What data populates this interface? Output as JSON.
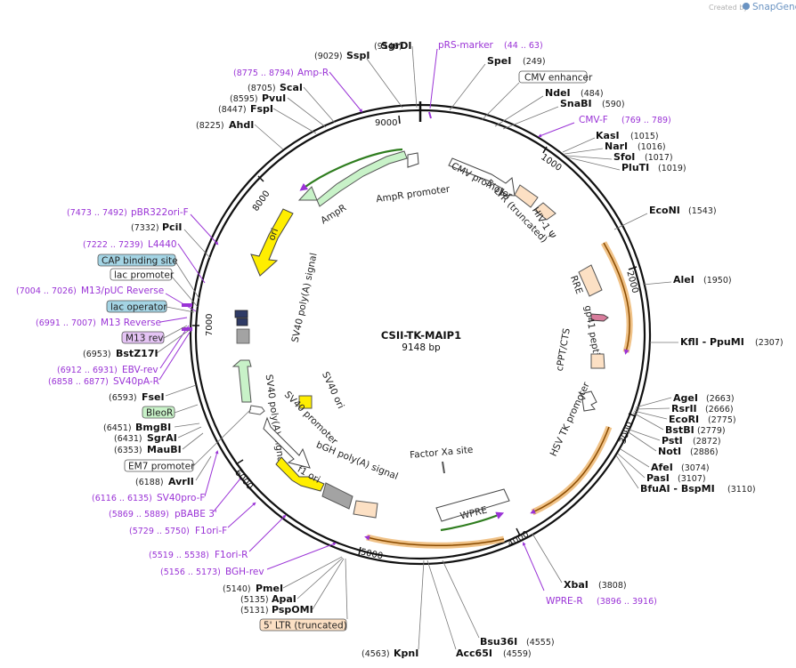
{
  "brand": {
    "created_by": "Created by",
    "name": "SnapGene"
  },
  "plasmid": {
    "name": "CSII-TK-MAIP1",
    "length": "9148 bp"
  },
  "scale_ticks": [
    "1000",
    "2000",
    "3000",
    "4000",
    "5000",
    "6000",
    "7000",
    "8000",
    "9000"
  ],
  "features": {
    "ampr": "AmpR",
    "ampr_promoter": "AmpR promoter",
    "ori": "ori",
    "cmv_enhancer": "CMV enhancer",
    "cmv_promoter": "CMV promoter",
    "ltr5_truncated": "5' LTR (truncated)",
    "ltr5_truncated_box": "5' LTR (truncated)",
    "hiv1_psi": "HIV-1 Ψ",
    "rre": "RRE",
    "gp41_peptide": "gp41 peptide",
    "cppt_cts": "cPPT/CTS",
    "hsv_tk_promoter": "HSV TK promoter",
    "factor_xa": "Factor Xa site",
    "wpre": "WPRE",
    "sv40_polya_signal": "SV40 poly(A) signal",
    "sv40_polya_lower": "SV40 poly(A) signal",
    "sv40_ori": "SV40 ori",
    "sv40_promoter": "SV40 promoter",
    "f1_ori": "f1 ori",
    "bgh_polya": "bGH poly(A) signal",
    "em7_promoter": "EM7 promoter",
    "bleor": "BleoR",
    "m13_rev": "M13 rev",
    "lac_operator": "lac operator",
    "lac_promoter": "lac promoter",
    "cap_binding_site": "CAP binding site"
  },
  "sites": {
    "sgrdi": {
      "name": "SgrDI",
      "pos": "(9146)"
    },
    "sspi": {
      "name": "SspI",
      "pos": "(9029)"
    },
    "spei": {
      "name": "SpeI",
      "pos": "(249)"
    },
    "ndei": {
      "name": "NdeI",
      "pos": "(484)"
    },
    "snabi": {
      "name": "SnaBI",
      "pos": "(590)"
    },
    "kasi": {
      "name": "KasI",
      "pos": "(1015)"
    },
    "nari": {
      "name": "NarI",
      "pos": "(1016)"
    },
    "sfoi": {
      "name": "SfoI",
      "pos": "(1017)"
    },
    "pluti": {
      "name": "PluTI",
      "pos": "(1019)"
    },
    "econi": {
      "name": "EcoNI",
      "pos": "(1543)"
    },
    "alei": {
      "name": "AleI",
      "pos": "(1950)"
    },
    "kfli": {
      "name": "KflI  - PpuMI",
      "pos": "(2307)"
    },
    "agei": {
      "name": "AgeI",
      "pos": "(2663)"
    },
    "rsrii": {
      "name": "RsrII",
      "pos": "(2666)"
    },
    "ecori": {
      "name": "EcoRI",
      "pos": "(2775)"
    },
    "bstbi": {
      "name": "BstBI",
      "pos": "(2779)"
    },
    "psti": {
      "name": "PstI",
      "pos": "(2872)"
    },
    "noti": {
      "name": "NotI",
      "pos": "(2886)"
    },
    "afei": {
      "name": "AfeI",
      "pos": "(3074)"
    },
    "pasi": {
      "name": "PasI",
      "pos": "(3107)"
    },
    "bfuai": {
      "name": "BfuAI  - BspMI",
      "pos": "(3110)"
    },
    "xbai": {
      "name": "XbaI",
      "pos": "(3808)"
    },
    "bsu36i": {
      "name": "Bsu36I",
      "pos": "(4555)"
    },
    "acc65i": {
      "name": "Acc65I",
      "pos": "(4559)"
    },
    "kpni": {
      "name": "KpnI",
      "pos": "(4563)"
    },
    "pmei": {
      "name": "PmeI",
      "pos": "(5140)"
    },
    "apai": {
      "name": "ApaI",
      "pos": "(5135)"
    },
    "pspomi": {
      "name": "PspOMI",
      "pos": "(5131)"
    },
    "avrii": {
      "name": "AvrII",
      "pos": "(6188)"
    },
    "maubi": {
      "name": "MauBI",
      "pos": "(6353)"
    },
    "sgrai": {
      "name": "SgrAI",
      "pos": "(6431)"
    },
    "bmgbi": {
      "name": "BmgBI",
      "pos": "(6451)"
    },
    "fsei": {
      "name": "FseI",
      "pos": "(6593)"
    },
    "bstz17i": {
      "name": "BstZ17I",
      "pos": "(6953)"
    },
    "pcii": {
      "name": "PciI",
      "pos": "(7332)"
    },
    "ahdi": {
      "name": "AhdI",
      "pos": "(8225)"
    },
    "fspi": {
      "name": "FspI",
      "pos": "(8447)"
    },
    "pvui": {
      "name": "PvuI",
      "pos": "(8595)"
    },
    "scai": {
      "name": "ScaI",
      "pos": "(8705)"
    }
  },
  "primers": {
    "prs_marker": {
      "name": "pRS-marker",
      "range": "(44 .. 63)"
    },
    "cmv_f": {
      "name": "CMV-F",
      "range": "(769 .. 789)"
    },
    "wpre_r": {
      "name": "WPRE-R",
      "range": "(3896 .. 3916)"
    },
    "bgh_rev": {
      "name": "BGH-rev",
      "range": "(5156 .. 5173)"
    },
    "f1ori_r": {
      "name": "F1ori-R",
      "range": "(5519 .. 5538)"
    },
    "f1ori_f": {
      "name": "F1ori-F",
      "range": "(5729 .. 5750)"
    },
    "pbabe3": {
      "name": "pBABE 3'",
      "range": "(5869 .. 5889)"
    },
    "sv40pro_f": {
      "name": "SV40pro-F",
      "range": "(6116 .. 6135)"
    },
    "sv40pa_r": {
      "name": "SV40pA-R",
      "range": "(6858 .. 6877)"
    },
    "ebv_rev": {
      "name": "EBV-rev",
      "range": "(6912 .. 6931)"
    },
    "m13_reverse": {
      "name": "M13 Reverse",
      "range": "(6991 .. 7007)"
    },
    "m13_puc_reverse": {
      "name": "M13/pUC Reverse",
      "range": "(7004 .. 7026)"
    },
    "l4440": {
      "name": "L4440",
      "range": "(7222 .. 7239)"
    },
    "pbr322ori_f": {
      "name": "pBR322ori-F",
      "range": "(7473 .. 7492)"
    },
    "amp_r": {
      "name": "Amp-R",
      "range": "(8775 .. 8794)"
    }
  }
}
